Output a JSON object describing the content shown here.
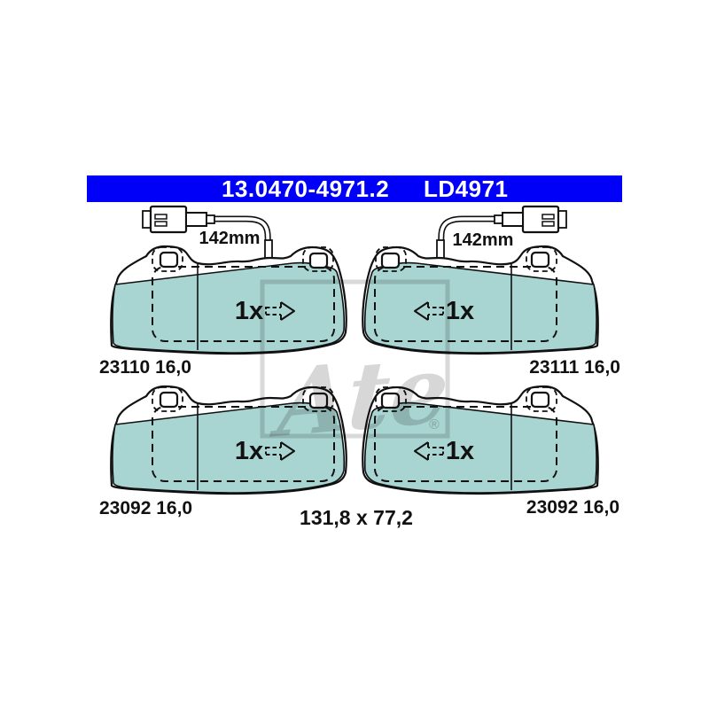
{
  "header": {
    "part_number": "13.0470-4971.2",
    "type_code": "LD4971"
  },
  "sensor_wires": {
    "left": {
      "length_label": "142mm"
    },
    "right": {
      "length_label": "142mm"
    }
  },
  "pads": [
    {
      "position": "top-left",
      "label": "23110 16,0",
      "quantity": "1x",
      "arrow": "right"
    },
    {
      "position": "top-right",
      "label": "23111 16,0",
      "quantity": "1x",
      "arrow": "left"
    },
    {
      "position": "bottom-left",
      "label": "23092 16,0",
      "quantity": "1x",
      "arrow": "right"
    },
    {
      "position": "bottom-right",
      "label": "23092 16,0",
      "quantity": "1x",
      "arrow": "left"
    }
  ],
  "dimensions": {
    "label": "131,8 x 77,2"
  },
  "watermark": {
    "script": "Ate",
    "registered_symbol": "®"
  },
  "colors": {
    "header_blue": "#0000F8",
    "header_text": "#FFFFFF",
    "pad_friction": "#A8D4D1",
    "outline": "#111111",
    "watermark_gray": "#D9D9D9"
  }
}
